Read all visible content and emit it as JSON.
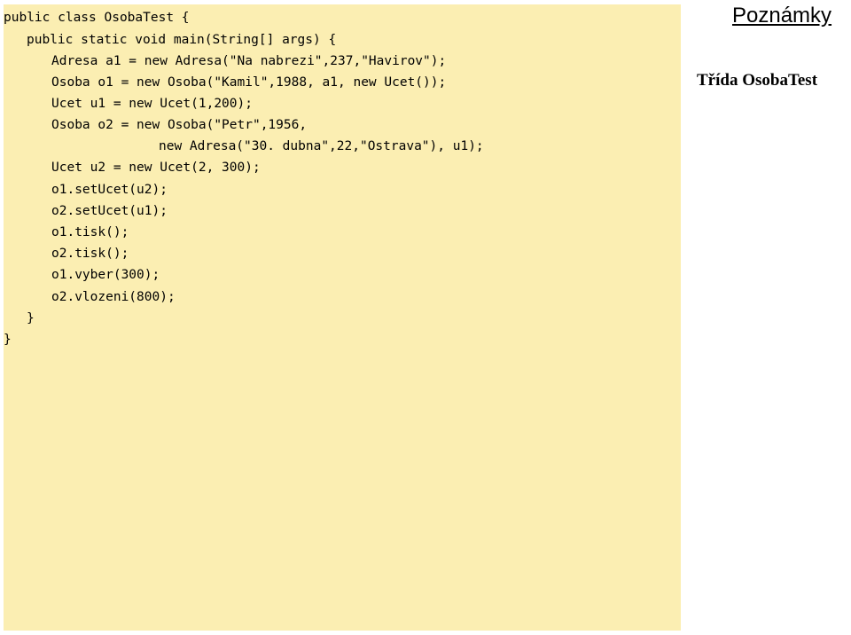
{
  "code": {
    "lines": [
      "public class OsobaTest {",
      "public static void main(String[] args) {",
      "Adresa a1 = new Adresa(\"Na nabrezi\",237,\"Havirov\");",
      "Osoba o1 = new Osoba(\"Kamil\",1988, a1, new Ucet());",
      "Ucet u1 = new Ucet(1,200);",
      "Osoba o2 = new Osoba(\"Petr\",1956,",
      "new Adresa(\"30. dubna\",22,\"Ostrava\"), u1);",
      "Ucet u2 = new Ucet(2, 300);",
      "o1.setUcet(u2);",
      "o2.setUcet(u1);",
      "o1.tisk();",
      "o2.tisk();",
      "o1.vyber(300);",
      "o2.vlozeni(800);",
      "}",
      "}"
    ]
  },
  "notes": {
    "title": "Poznámky",
    "heading": "Třída OsobaTest"
  }
}
